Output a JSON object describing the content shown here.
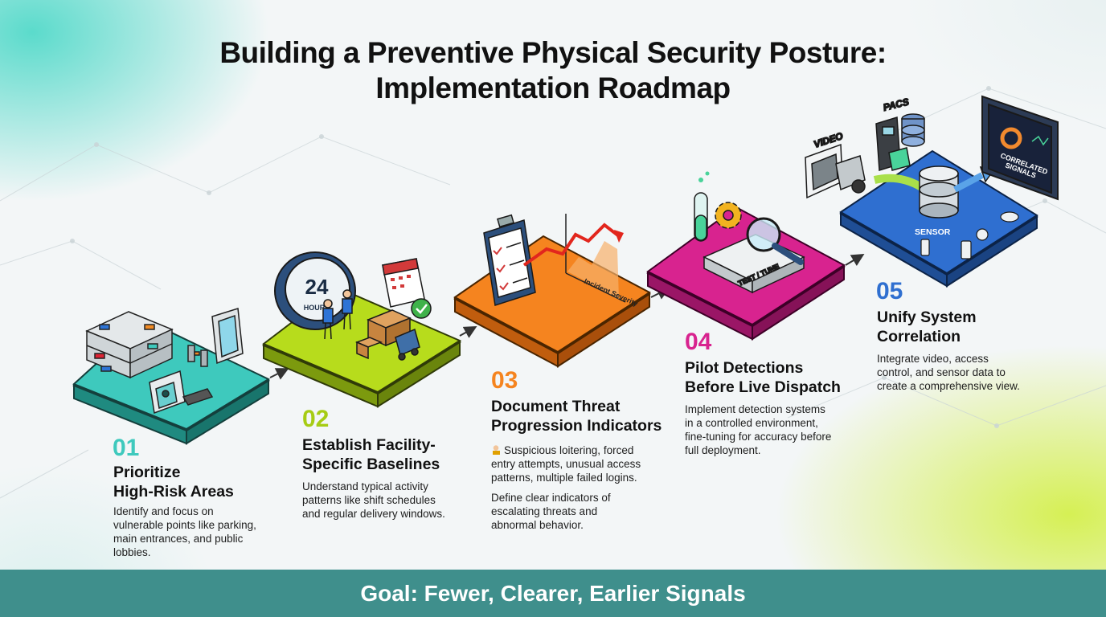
{
  "title": {
    "line1": "Building a Preventive Physical Security Posture:",
    "line2": "Implementation Roadmap"
  },
  "colors": {
    "teal": "#3ec9bd",
    "lime": "#b7dc1c",
    "orange": "#f5841f",
    "magenta": "#d8238f",
    "blue": "#2f6fd0",
    "footer": "#3f8f8c"
  },
  "steps": [
    {
      "number": "01",
      "title_line1": "Prioritize",
      "title_line2": "High-Risk Areas",
      "description": [
        "Identify and focus on",
        "vulnerable points like parking,",
        "main entrances, and public",
        "lobbies."
      ]
    },
    {
      "number": "02",
      "title_line1": "Establish Facility-",
      "title_line2": "Specific Baselines",
      "description": [
        "Understand typical activity",
        "patterns like shift schedules",
        "and regular delivery windows."
      ],
      "clock_number": "24",
      "clock_label": "HOURS"
    },
    {
      "number": "03",
      "title_line1": "Document Threat",
      "title_line2": "Progression Indicators",
      "example_icon": "person-icon",
      "example": [
        "Suspicious loitering, forced",
        "entry attempts, unusual access",
        "patterns, multiple failed logins."
      ],
      "description": [
        "Define clear indicators of",
        "escalating threats and",
        "abnormal behavior."
      ],
      "chart_axis_label": "Incident Severity"
    },
    {
      "number": "04",
      "title_line1": "Pilot Detections",
      "title_line2": "Before Live Dispatch",
      "description": [
        "Implement detection systems",
        "in a controlled environment,",
        "fine-tuning for accuracy before",
        "full deployment."
      ],
      "device_label": "TEST / TUNE"
    },
    {
      "number": "05",
      "title_line1": "Unify System",
      "title_line2": "Correlation",
      "description": [
        "Integrate video, access",
        "control, and sensor data to",
        "create a comprehensive view."
      ],
      "video_label": "VIDEO",
      "pacs_label": "PACS",
      "sensor_label": "SENSOR",
      "screen_label_line1": "CORRELATED",
      "screen_label_line2": "SIGNALS"
    }
  ],
  "footer": {
    "text": "Goal: Fewer, Clearer, Earlier Signals"
  }
}
